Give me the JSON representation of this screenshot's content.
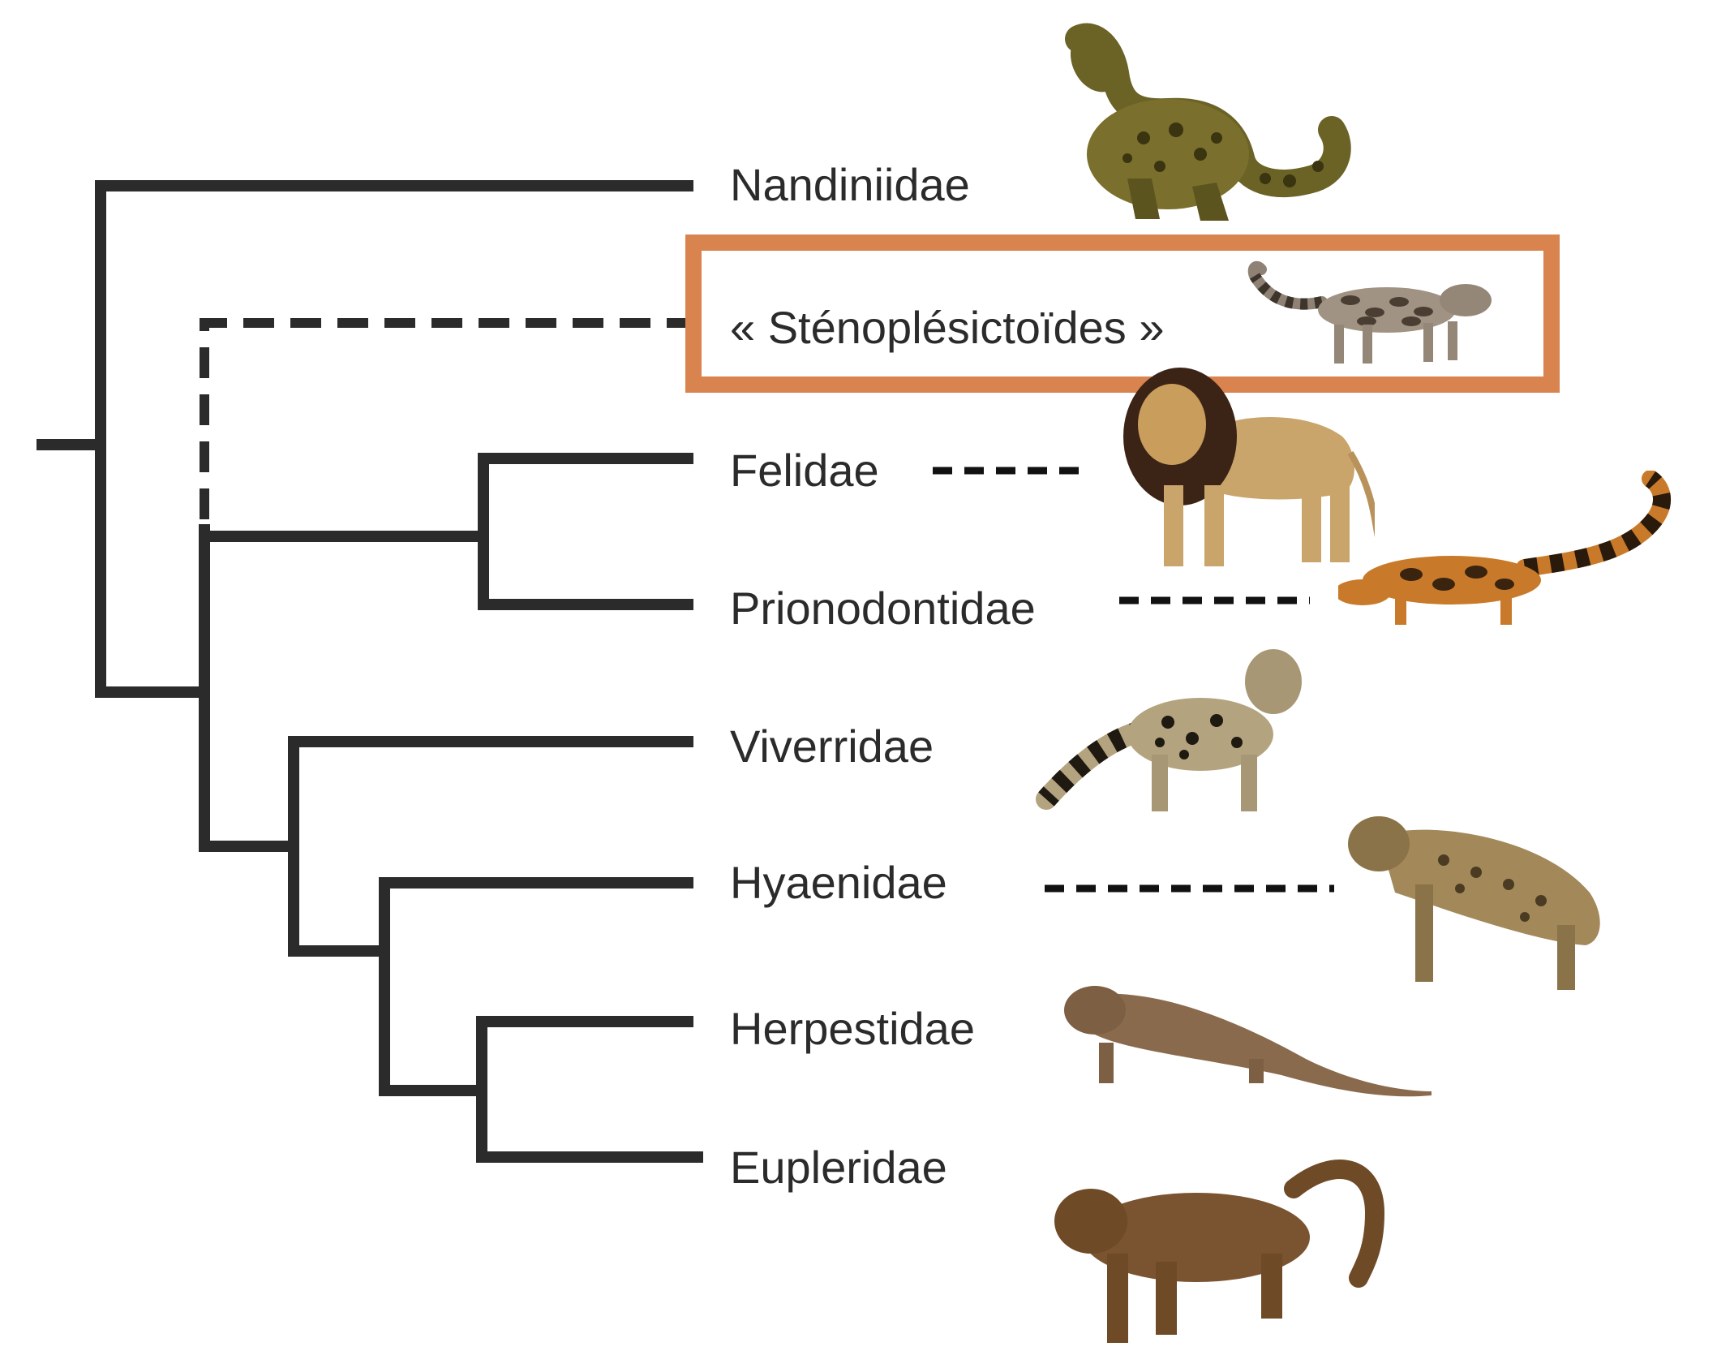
{
  "taxa": [
    {
      "label": "Nandiniidae",
      "animal": "african-palm-civet"
    },
    {
      "label": "« Sténoplésictoïdes »",
      "animal": "genet-like-fossil",
      "highlighted": true
    },
    {
      "label": "Felidae",
      "animal": "lion"
    },
    {
      "label": "Prionodontidae",
      "animal": "linsang"
    },
    {
      "label": "Viverridae",
      "animal": "genet"
    },
    {
      "label": "Hyaenidae",
      "animal": "spotted-hyena"
    },
    {
      "label": "Herpestidae",
      "animal": "mongoose"
    },
    {
      "label": "Eupleridae",
      "animal": "fossa"
    }
  ],
  "colors": {
    "tree": "#2b2b2b",
    "highlight": "#d9834f",
    "text": "#2b2b2b"
  }
}
